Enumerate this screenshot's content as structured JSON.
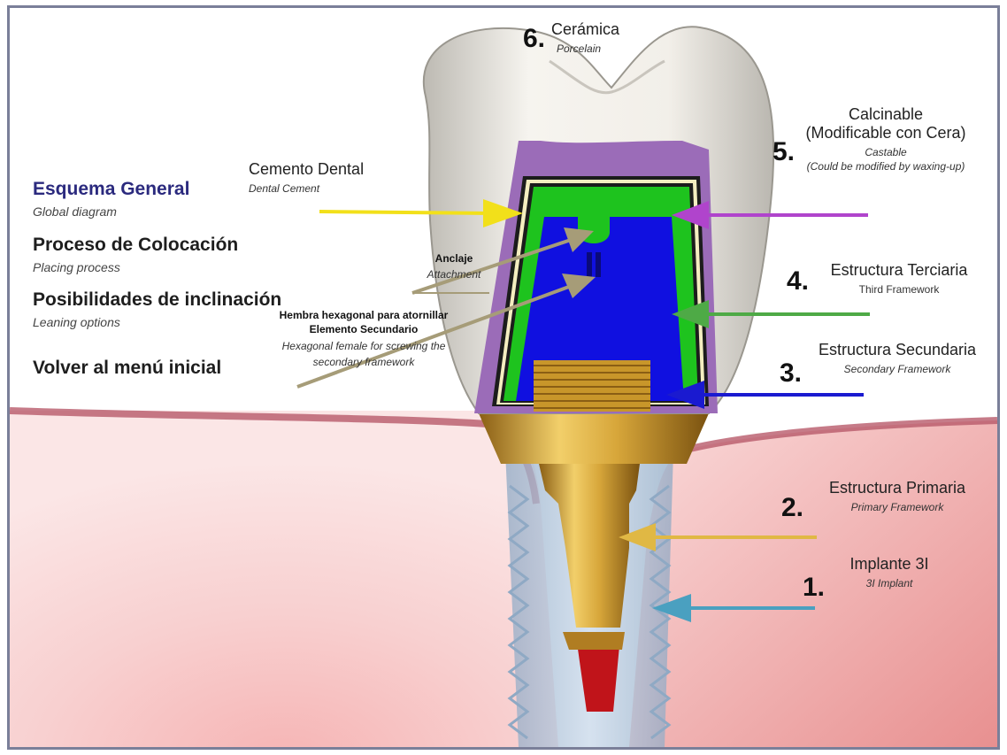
{
  "menu": {
    "items": [
      {
        "label": "Esquema General",
        "sub": "Global diagram"
      },
      {
        "label": "Proceso de Colocación",
        "sub": "Placing process"
      },
      {
        "label": "Posibilidades de inclinación",
        "sub": "Leaning options"
      },
      {
        "label": "Volver al menú inicial",
        "sub": ""
      }
    ]
  },
  "parts": {
    "p6": {
      "num": "6.",
      "label": "Cerámica",
      "sub": "Porcelain"
    },
    "p5": {
      "num": "5.",
      "label_line1": "Calcinable",
      "label_line2": "(Modificable con Cera)",
      "sub_line1": "Castable",
      "sub_line2": "(Could be modified by waxing-up)"
    },
    "p4": {
      "num": "4.",
      "label": "Estructura Terciaria",
      "sub": "Third Framework"
    },
    "p3": {
      "num": "3.",
      "label": "Estructura Secundaria",
      "sub": "Secondary Framework"
    },
    "p2": {
      "num": "2.",
      "label": "Estructura Primaria",
      "sub": "Primary Framework"
    },
    "p1": {
      "num": "1.",
      "label": "Implante 3I",
      "sub": "3I Implant"
    }
  },
  "callouts": {
    "cement": {
      "label": "Cemento Dental",
      "sub": "Dental Cement"
    },
    "attachment": {
      "label": "Anclaje",
      "sub": "Attachment"
    },
    "hex": {
      "line1": "Hembra hexagonal para atornillar",
      "line2": "Elemento Secundario",
      "sub1": "Hexagonal female for screwing the",
      "sub2": "secondary framework"
    }
  },
  "colors": {
    "porcelain": "#e9e6e0",
    "castable": "#9b6cb8",
    "third_framework": "#1ec31e",
    "secondary_framework": "#1010e0",
    "primary_framework": "#c8962a",
    "implant": "#a9bfd6",
    "gum": "#f3c0c0",
    "menu_active": "#2b2a7e"
  }
}
